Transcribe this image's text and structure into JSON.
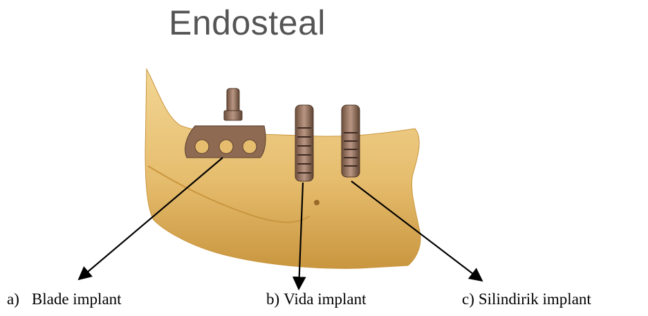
{
  "title": "Endosteal",
  "labels": [
    {
      "letter": "a)",
      "text": "Blade implant"
    },
    {
      "letter": "b)",
      "text": "Vida implant"
    },
    {
      "letter": "c)",
      "text": "Silindirik implant"
    }
  ],
  "colors": {
    "bone": "#e8c277",
    "bone_shadow": "#c99a45",
    "implant": "#8f6a52",
    "implant_dark": "#5a3e2f",
    "title": "#555555",
    "arrow": "#000000"
  }
}
